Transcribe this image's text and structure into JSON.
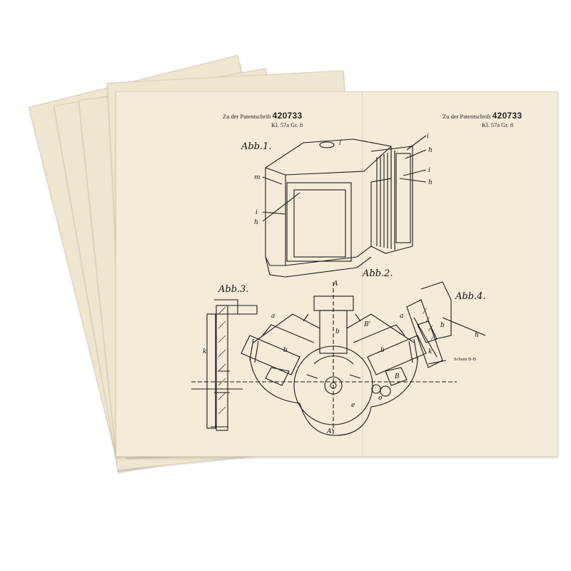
{
  "document": {
    "header_left": {
      "prefix": "Zu der Patentschrift",
      "number": "420733",
      "class_line": "Kl. 57a   Gr. 8"
    },
    "header_right": {
      "prefix": "Zu der Patentschrift",
      "number": "420733",
      "class_line": "Kl. 57a   Gr. 8"
    },
    "figures": {
      "fig1": "Abb.1.",
      "fig2": "Abb.2.",
      "fig3": "Abb.3.",
      "fig4": "Abb.4."
    },
    "section_caption": "Schnitt B-B"
  },
  "colors": {
    "paper": "#f4ecd8",
    "paper_back": "#efe6cf",
    "ink": "#1a1a1a"
  }
}
